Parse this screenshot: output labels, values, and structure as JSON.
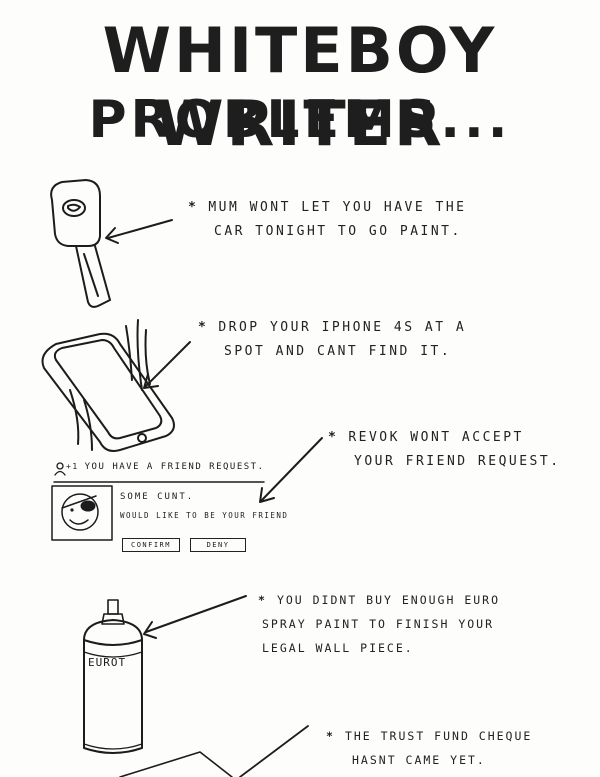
{
  "title": {
    "line1": "WHITEBOY WRITER",
    "line2": "PROBLEMS..."
  },
  "problems": [
    {
      "bullet": "*",
      "line1": "MUM WONT LET YOU HAVE THE",
      "line2": "CAR TONIGHT TO GO PAINT."
    },
    {
      "bullet": "*",
      "line1": "DROP YOUR IPHONE 4S AT A",
      "line2": "SPOT AND CANT FIND IT."
    },
    {
      "bullet": "*",
      "line1": "REVOK WONT ACCEPT",
      "line2": "YOUR FRIEND REQUEST."
    },
    {
      "bullet": "*",
      "line1": "YOU DIDNT BUY ENOUGH EURO",
      "line2": "SPRAY PAINT TO FINISH YOUR",
      "line3": "LEGAL WALL PIECE."
    },
    {
      "bullet": "*",
      "line1": "THE TRUST FUND CHEQUE",
      "line2": "HASNT CAME YET."
    }
  ],
  "friend_request": {
    "header": "YOU HAVE A FRIEND REQUEST.",
    "count_badge": "+1",
    "name": "SOME CUNT.",
    "message": "WOULD LIKE TO BE YOUR FRIEND",
    "confirm_label": "CONFIRM",
    "deny_label": "DENY"
  },
  "spray_can": {
    "label": "EUROT"
  },
  "icons": {
    "key": "car-key-icon",
    "phone": "iphone-icon",
    "can": "spray-can-icon",
    "avatar": "eyepatch-avatar-icon"
  },
  "colors": {
    "ink": "#1c1c1c",
    "paper": "#fdfdfb"
  }
}
